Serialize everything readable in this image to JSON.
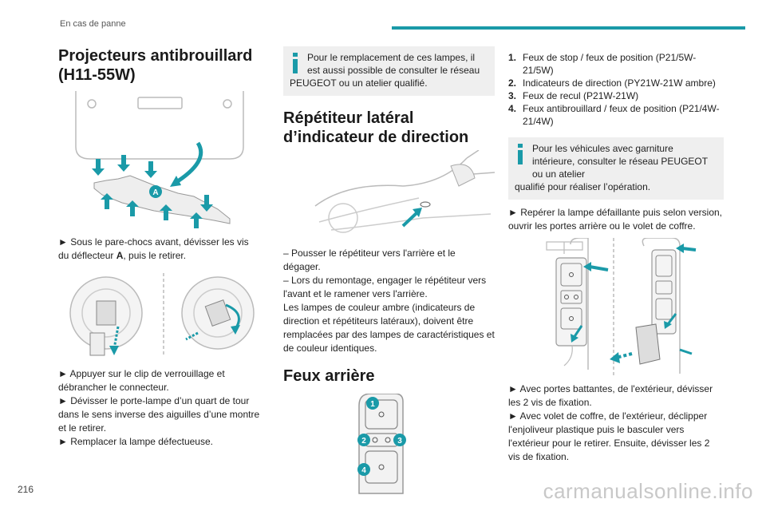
{
  "header": {
    "title": "En cas de panne"
  },
  "col1": {
    "heading": "Projecteurs antibrouillard (H11-55W)",
    "fig1_label": "A",
    "p1_before": "► Sous le pare-chocs avant, dévisser les vis du déflecteur ",
    "p1_bold": "A",
    "p1_after": ", puis le retirer.",
    "p2": "► Appuyer sur le clip de verrouillage et débrancher le connecteur.",
    "p3": "► Dévisser le porte-lampe d’un quart de tour dans le sens inverse des aiguilles d’une montre et le retirer.",
    "p4": "► Remplacer la lampe défectueuse."
  },
  "col2": {
    "note_line1": "Pour le remplacement de ces lampes, il est aussi possible de consulter le réseau",
    "note_line2": "PEUGEOT ou un atelier qualifié.",
    "heading1": "Répétiteur latéral d’indicateur de direction",
    "p1": "– Pousser le répétiteur vers l'arrière et le dégager.",
    "p2": "– Lors du remontage, engager le répétiteur vers l'avant et le ramener vers l'arrière.",
    "p3": "Les lampes de couleur ambre (indicateurs de direction et répétiteurs latéraux), doivent être remplacées par des lampes de caractéristiques et de couleur identiques.",
    "heading2": "Feux arrière",
    "badges": [
      "1",
      "2",
      "3",
      "4"
    ]
  },
  "col3": {
    "list": [
      {
        "n": "1.",
        "text": "Feux de stop / feux de position (P21/5W-21/5W)"
      },
      {
        "n": "2.",
        "text": "Indicateurs de direction (PY21W-21W ambre)"
      },
      {
        "n": "3.",
        "text": "Feux de recul (P21W-21W)"
      },
      {
        "n": "4.",
        "text": "Feux antibrouillard / feux de position (P21/4W-21/4W)"
      }
    ],
    "note_line1": "Pour les véhicules avec garniture intérieure, consulter le réseau PEUGEOT ou un atelier",
    "note_line2": "qualifié pour réaliser l’opération.",
    "p1": "► Repérer la lampe défaillante puis selon version, ouvrir les portes arrière ou le volet de coffre.",
    "p2": "► Avec portes battantes, de l'extérieur, dévisser les 2 vis de fixation.",
    "p3": "► Avec volet de coffre, de l'extérieur, déclipper l'enjoliveur plastique puis le basculer vers l'extérieur pour le retirer. Ensuite, dévisser les 2 vis de fixation."
  },
  "footer": {
    "page_number": "216",
    "watermark": "carmanualsonline.info"
  },
  "colors": {
    "accent": "#1a9aa8",
    "note_bg": "#efefef",
    "arrow": "#1a9aa8"
  }
}
